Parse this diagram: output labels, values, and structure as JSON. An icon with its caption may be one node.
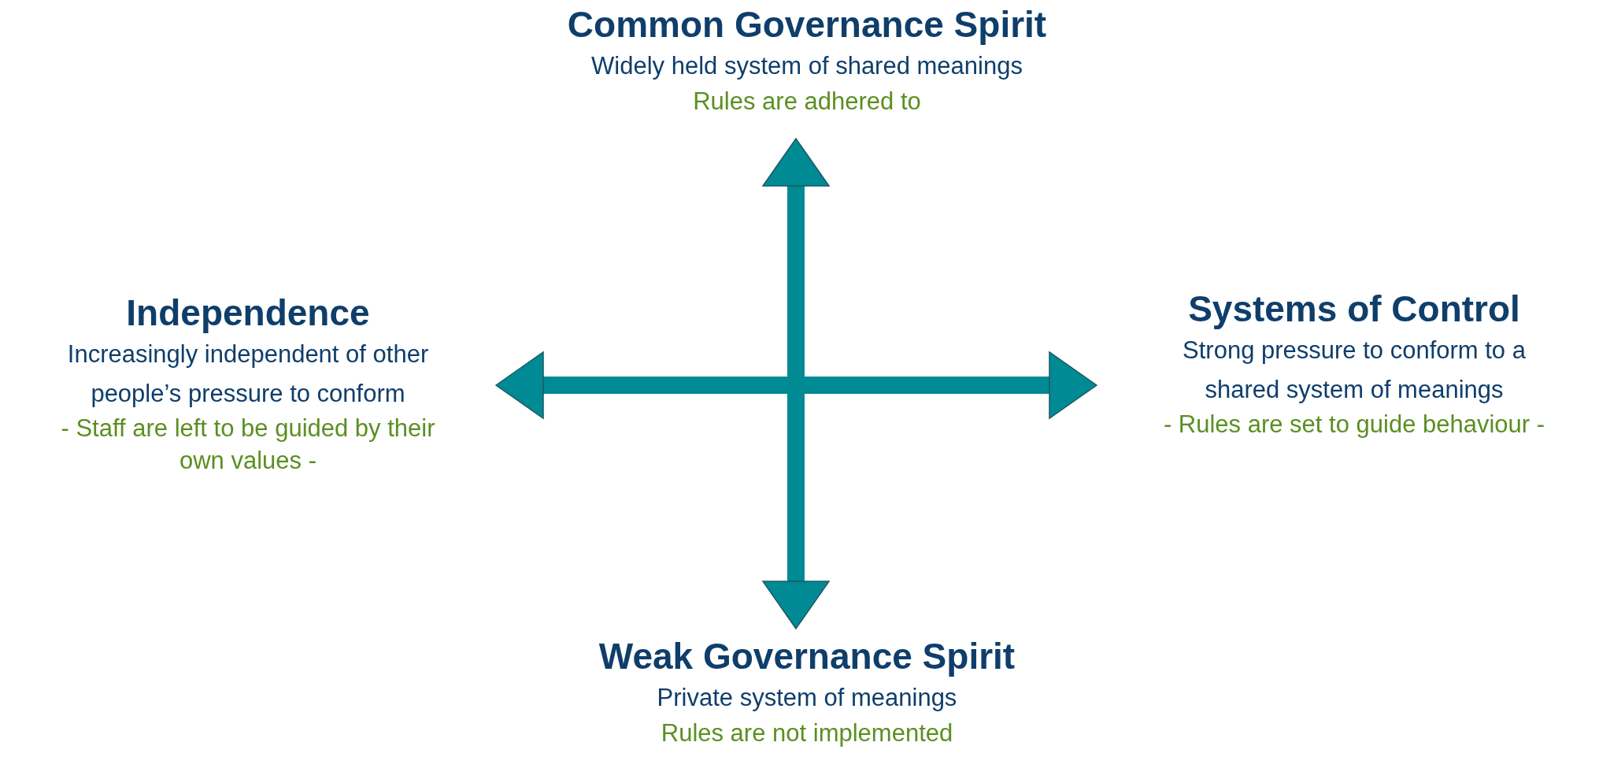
{
  "diagram": {
    "nodes": [
      {
        "text": [
          "Common Governance Spirit",
          "Widely held system of shared meanings",
          "Rules are adhered to"
        ]
      },
      {
        "text": [
          "Independence",
          "Increasingly independent of other people’s pressure to conform",
          "- Staff are left to be guided by their own values -"
        ]
      },
      {
        "text": [
          "Systems of Control",
          "Strong pressure to conform to a shared system of meanings",
          "- Rules are set to guide behaviour -"
        ]
      },
      {
        "text": [
          "Weak Governance Spirit",
          "Private system of meanings",
          "Rules are not implemented"
        ]
      }
    ],
    "edges": [
      {
        "from": 1,
        "to": 2,
        "arrow": "both"
      },
      {
        "from": 3,
        "to": 0,
        "arrow": "both"
      }
    ]
  }
}
